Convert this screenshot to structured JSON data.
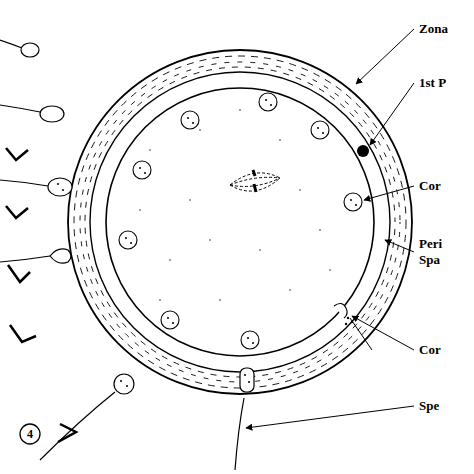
{
  "diagram": {
    "labels": [
      "Zona",
      "1st P",
      "Cor",
      "Peri Spa",
      "Cor",
      "Spe",
      "4"
    ]
  }
}
